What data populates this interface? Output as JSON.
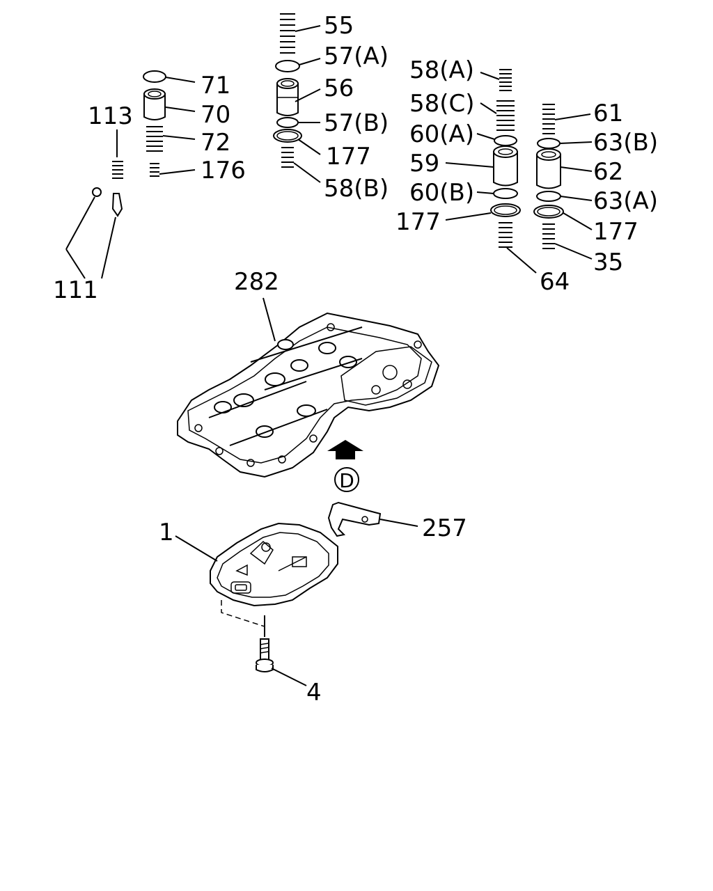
{
  "callouts": {
    "c55": "55",
    "c57a": "57(A)",
    "c56": "56",
    "c57b": "57(B)",
    "c177a": "177",
    "c58b": "58(B)",
    "c71": "71",
    "c70": "70",
    "c72": "72",
    "c176": "176",
    "c113": "113",
    "c111": "111",
    "c58a": "58(A)",
    "c58c": "58(C)",
    "c60a": "60(A)",
    "c59": "59",
    "c60b": "60(B)",
    "c177b": "177",
    "c64": "64",
    "c61": "61",
    "c63b": "63(B)",
    "c62": "62",
    "c63a": "63(A)",
    "c177c": "177",
    "c35": "35",
    "c282": "282",
    "c257": "257",
    "c1": "1",
    "c4": "4"
  },
  "view_marker": "D"
}
